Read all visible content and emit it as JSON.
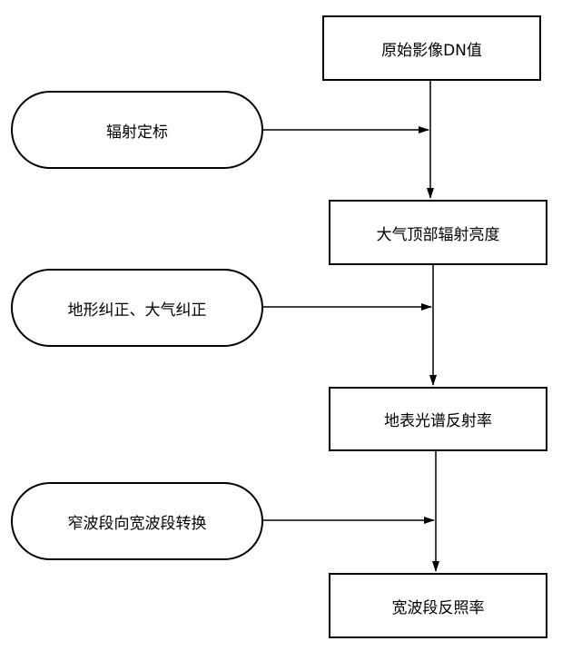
{
  "flowchart": {
    "nodes": {
      "raw_dn": "原始影像DN值",
      "toa_radiance": "大气顶部辐射亮度",
      "surface_reflectance": "地表光谱反射率",
      "broadband_albedo": "宽波段反照率"
    },
    "processes": {
      "radiometric_calibration": "辐射定标",
      "terrain_atmospheric_correction": "地形纠正、大气纠正",
      "narrow_to_broadband": "窄波段向宽波段转换"
    }
  }
}
